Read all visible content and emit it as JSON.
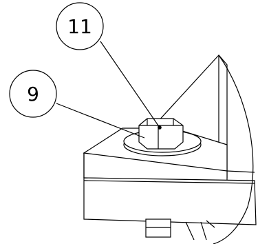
{
  "callouts": [
    {
      "label": "11",
      "part": "hex bolt"
    },
    {
      "label": "9",
      "part": "washer"
    }
  ],
  "colors": {
    "line": "#000000",
    "background": "#ffffff"
  }
}
